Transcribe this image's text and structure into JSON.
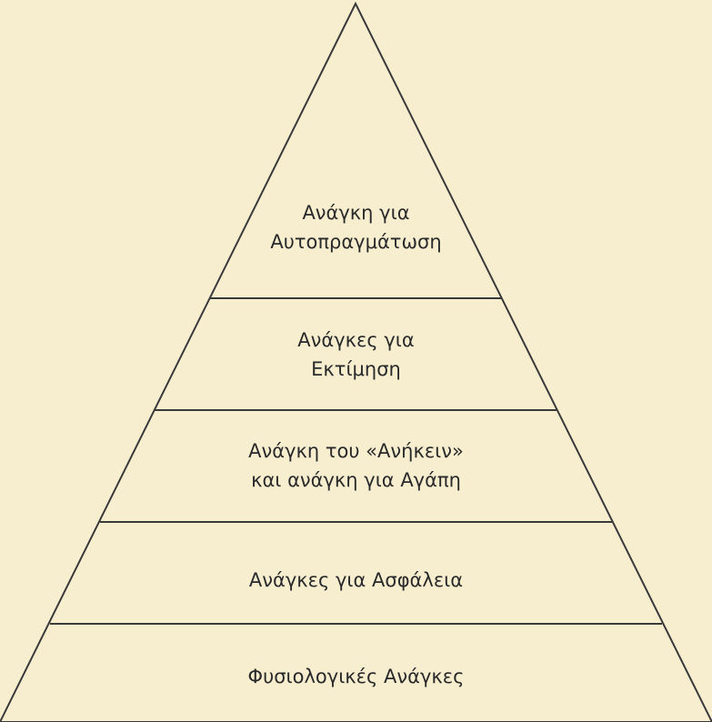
{
  "background_color": "#f7eed0",
  "line_color": "#3a3a3a",
  "text_color": "#2a2a2a",
  "levels": [
    {
      "lines": [
        "Ανάγκη για",
        "Αυτοπραγμάτωση"
      ]
    },
    {
      "lines": [
        "Ανάγκες για",
        "Εκτίμηση"
      ]
    },
    {
      "lines": [
        "Ανάγκη του «Ανήκειν»",
        "και ανάγκη για Αγάπη"
      ]
    },
    {
      "lines": [
        "Ανάγκες για Ασφάλεια"
      ]
    },
    {
      "lines": [
        "Φυσιολογικές Ανάγκες"
      ]
    }
  ]
}
